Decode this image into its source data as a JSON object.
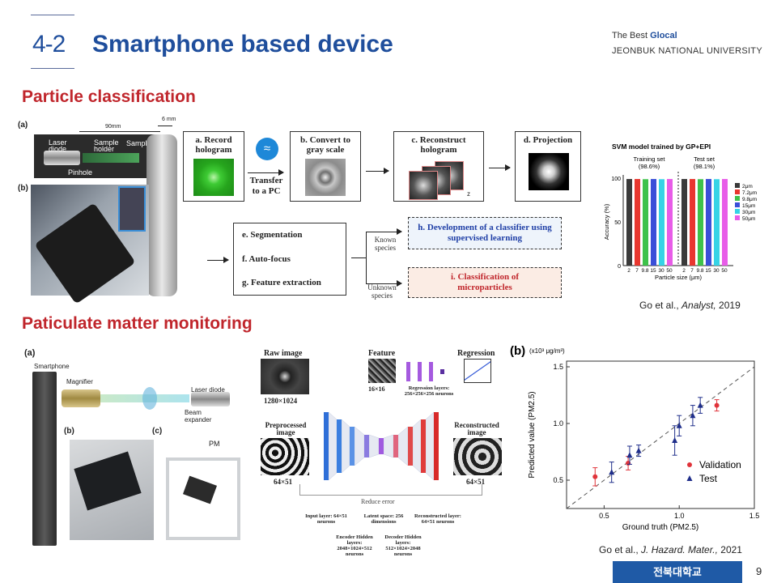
{
  "header": {
    "section_number": "4-2",
    "title": "Smartphone based device",
    "university_line1_prefix": "The Best ",
    "university_line1_emph": "Glocal",
    "university_line2": "JEONBUK NATIONAL UNIVERSITY"
  },
  "particle": {
    "heading": "Particle classification",
    "panel_a": "(a)",
    "panel_b": "(b)",
    "dim_90": "90mm",
    "dim_6": "6 mm",
    "label_laser": "Laser diode",
    "label_sample_holder": "Sample holder",
    "label_sample": "Sample",
    "label_pinhole": "Pinhole",
    "step_a": "a. Record hologram",
    "transfer": "Transfer to a PC",
    "step_b": "b. Convert to gray scale",
    "step_c": "c. Reconstruct hologram",
    "axis_z": "z",
    "step_d": "d. Projection",
    "step_e": "e. Segmentation",
    "step_f": "f. Auto-focus",
    "step_g": "g. Feature extraction",
    "known": "Known species",
    "unknown": "Unknown species",
    "step_h": "h. Development of a classifier using supervised learning",
    "step_i": "i. Classification of microparticles",
    "citation_prefix": "Go et al., ",
    "citation_journal": "Analyst,",
    "citation_year": " 2019"
  },
  "svm_chart": {
    "title": "SVM model trained by GP+EPI",
    "training_label": "Training set",
    "training_acc": "(98.6%)",
    "test_label": "Test set",
    "test_acc": "(98.1%)",
    "ylabel": "Accuracy (%)",
    "xlabel": "Particle size (μm)",
    "yticks": [
      "100",
      "50",
      "0"
    ],
    "xticks_left": [
      "2",
      "7",
      "9.8",
      "15",
      "30",
      "50"
    ],
    "xticks_right": [
      "2",
      "7",
      "9.8",
      "15",
      "30",
      "50"
    ],
    "legend": [
      "2μm",
      "7.2μm",
      "9.8μm",
      "15μm",
      "30μm",
      "50μm"
    ],
    "colors": [
      "#3a3a3a",
      "#e8372f",
      "#3ec24a",
      "#3a4fd8",
      "#36d3e6",
      "#e85ce8"
    ]
  },
  "pm": {
    "heading": "Paticulate matter monitoring",
    "panel_a": "(a)",
    "panel_b": "(b)",
    "panel_c": "(c)",
    "smartphone": "Smartphone",
    "magnifier": "Magnifier",
    "laser_diode": "Laser diode",
    "beam_expander": "Beam expander",
    "pm_label": "PM",
    "raw_image": "Raw image",
    "raw_size": "1280×1024",
    "preprocessed": "Preprocessed image",
    "pre_size": "64×51",
    "feature": "Feature",
    "feature_size": "16×16",
    "regression": "Regression",
    "regression_layers": "Regression layers: 256×256×256 neurons",
    "reconstructed": "Reconstructed image",
    "rec_size": "64×51",
    "reduce_error": "Reduce error",
    "input_layer": "Input layer: 64×51 neurons",
    "latent": "Latent space: 256 dimensions",
    "recon_layer": "Reconstructed layer: 64×51 neurons",
    "encoder": "Encoder Hidden layers: 2048×1024×512 neurons",
    "decoder": "Decoder Hidden layers: 512×1024×2048 neurons",
    "citation_prefix": "Go et al., ",
    "citation_journal": "J. Hazard. Mater.,",
    "citation_year": " 2021"
  },
  "chart_data": {
    "type": "scatter",
    "panel": "(b)",
    "unit_label": "(x10³ μg/m³)",
    "xlabel": "Ground truth (PM2.5)",
    "ylabel": "Predicted value (PM2.5)",
    "xlim": [
      0.25,
      1.5
    ],
    "ylim": [
      0.25,
      1.55
    ],
    "xticks": [
      "0.5",
      "1.0",
      "1.5"
    ],
    "yticks": [
      "0.5",
      "1.0",
      "1.5"
    ],
    "legend_position": "bottom-right",
    "series": [
      {
        "name": "Validation",
        "color": "#e0333a",
        "marker": "circle",
        "points": [
          {
            "x": 0.44,
            "y": 0.53,
            "err": 0.08
          },
          {
            "x": 0.66,
            "y": 0.65,
            "err": 0.06
          },
          {
            "x": 1.25,
            "y": 1.16,
            "err": 0.05
          }
        ]
      },
      {
        "name": "Test",
        "color": "#1f2e8a",
        "marker": "triangle",
        "points": [
          {
            "x": 0.55,
            "y": 0.57,
            "err": 0.09
          },
          {
            "x": 0.67,
            "y": 0.72,
            "err": 0.08
          },
          {
            "x": 0.73,
            "y": 0.76,
            "err": 0.05
          },
          {
            "x": 0.97,
            "y": 0.85,
            "err": 0.13
          },
          {
            "x": 1.0,
            "y": 0.98,
            "err": 0.09
          },
          {
            "x": 1.09,
            "y": 1.07,
            "err": 0.09
          },
          {
            "x": 1.14,
            "y": 1.16,
            "err": 0.07
          }
        ]
      }
    ],
    "reference_line": "y = x"
  },
  "footer": {
    "university_korean": "전북대학교",
    "page": "9"
  }
}
